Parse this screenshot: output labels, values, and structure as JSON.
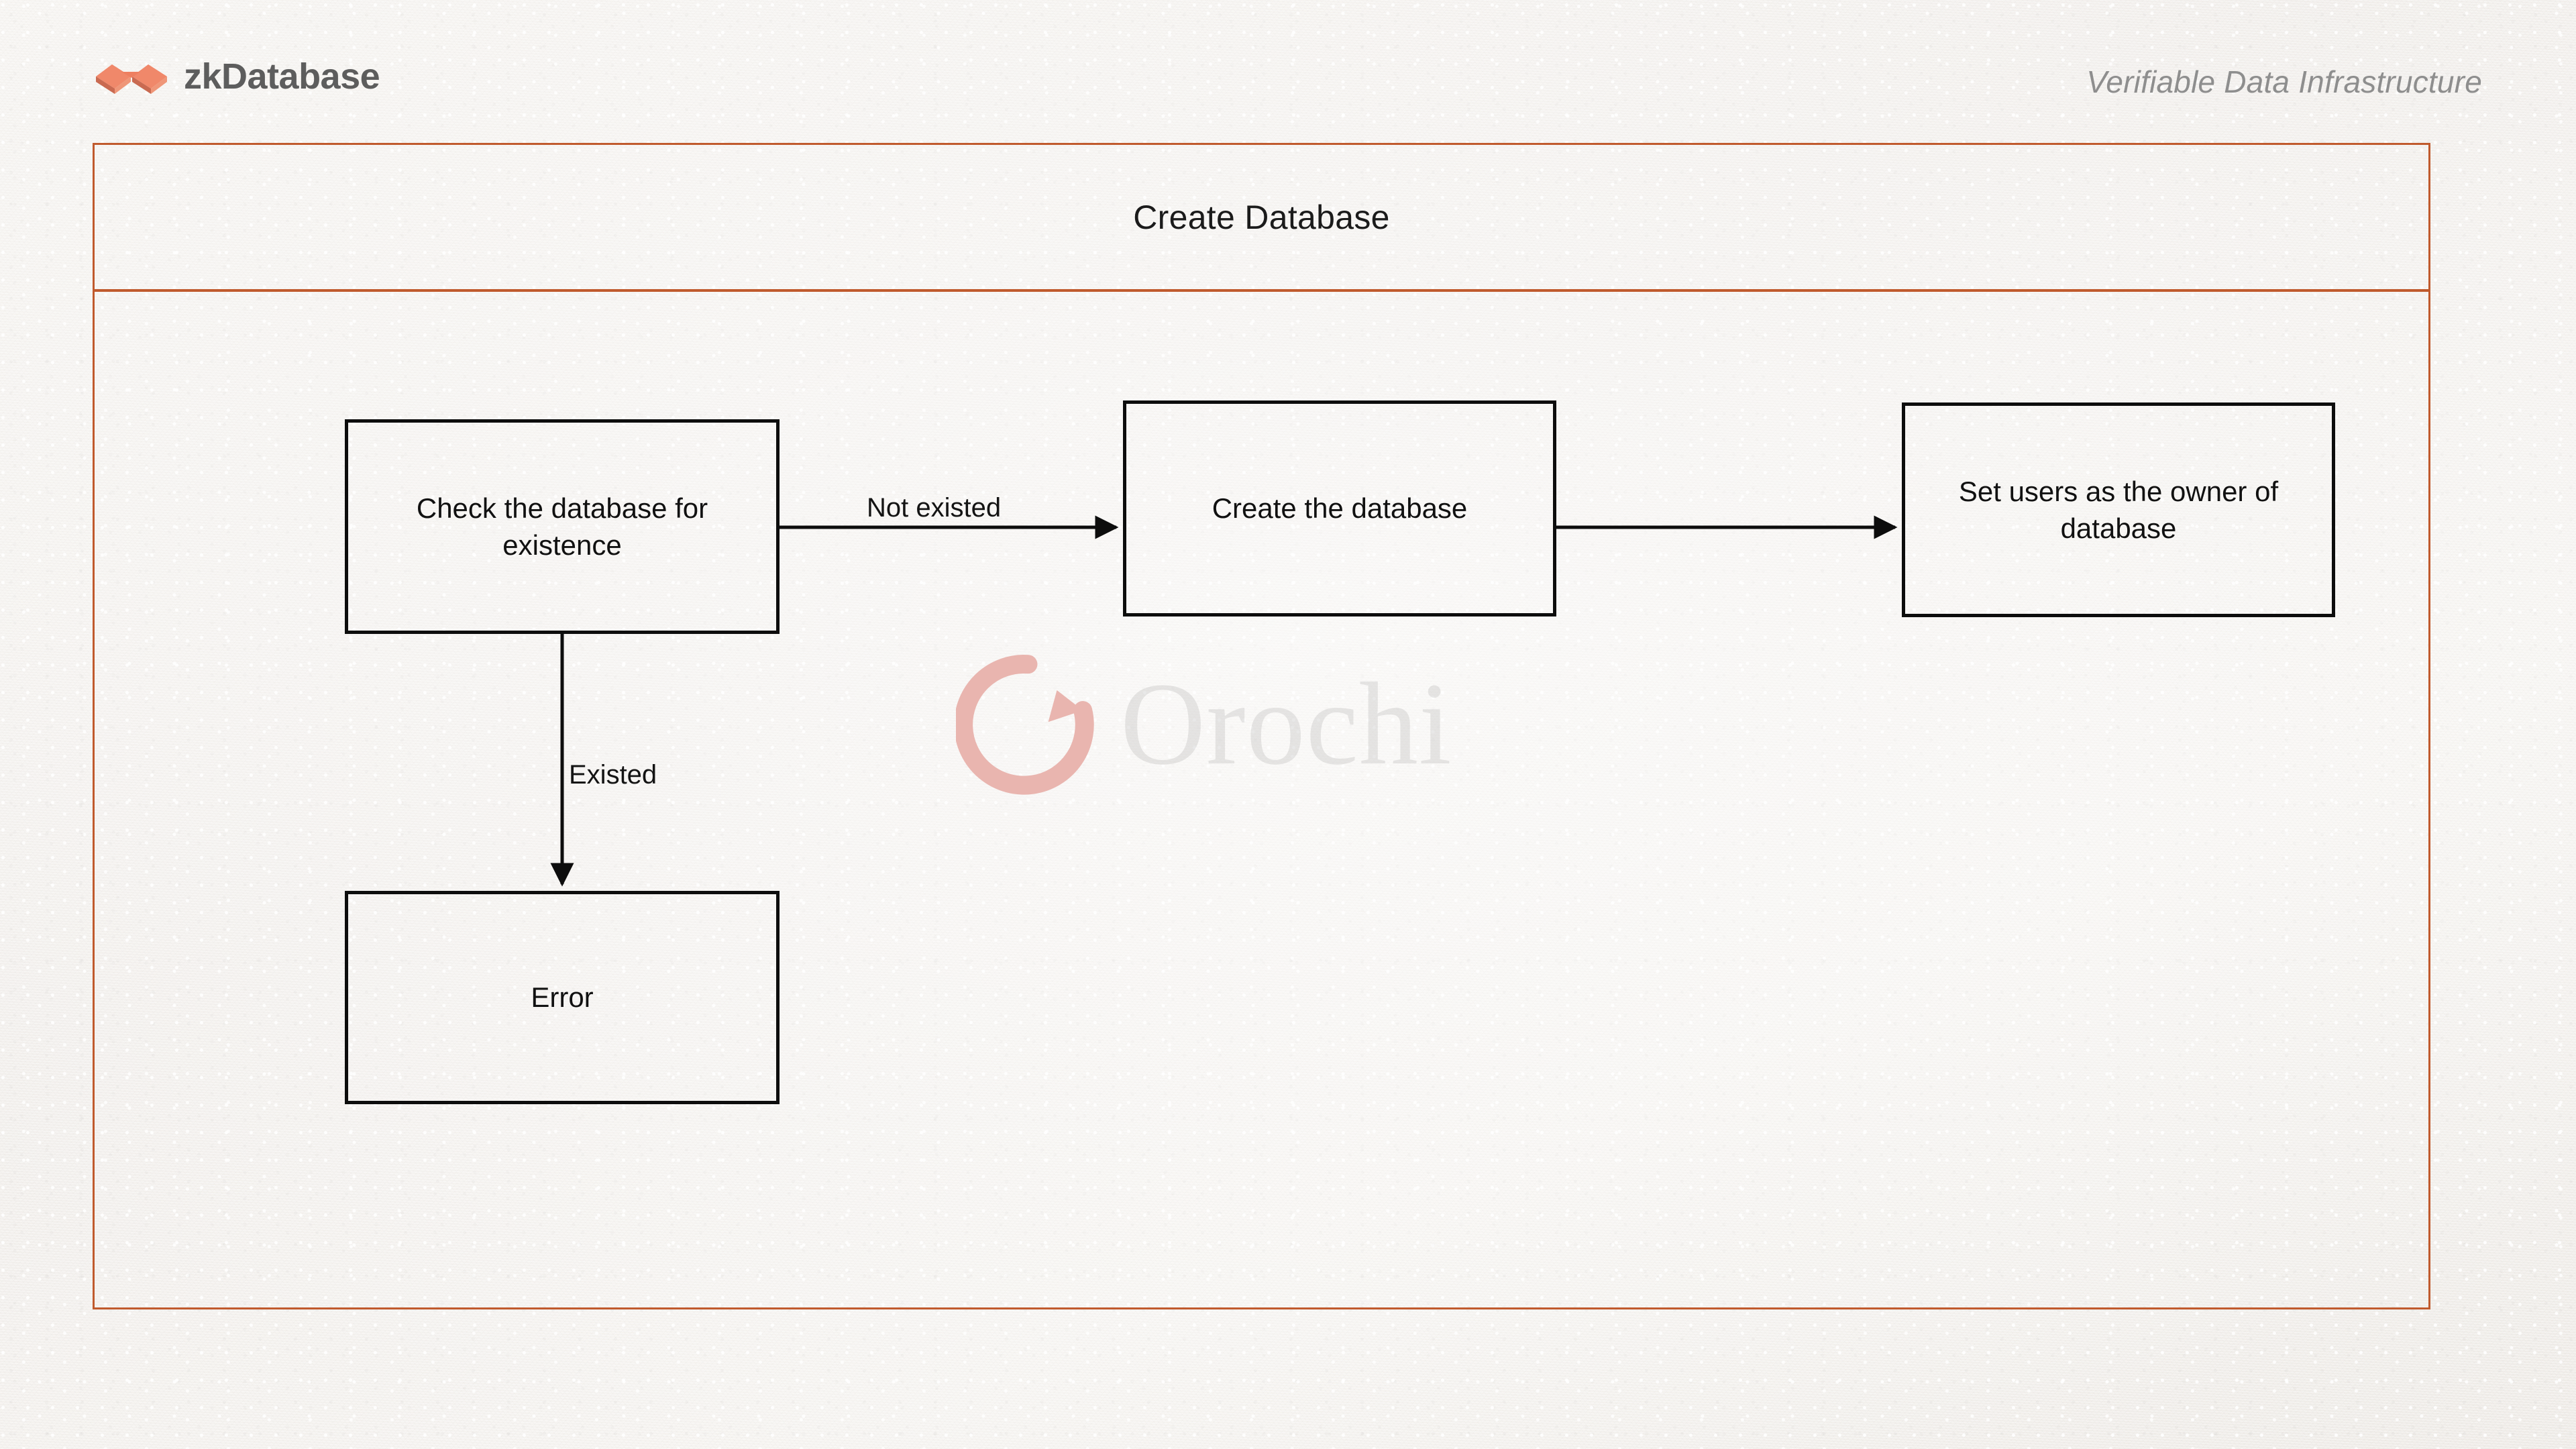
{
  "header": {
    "brand_name": "zkDatabase",
    "brand_icon": "interlocking-blocks-logo-icon",
    "tagline": "Verifiable Data Infrastructure"
  },
  "frame": {
    "title": "Create Database",
    "border_color": "#c05a2d"
  },
  "watermark": {
    "text": "Orochi",
    "icon": "orochi-serpent-circle-icon",
    "text_color": "#787878",
    "mark_color": "#e8b3ae"
  },
  "diagram": {
    "type": "flowchart",
    "nodes": [
      {
        "id": "check",
        "label": "Check the database for existence"
      },
      {
        "id": "create",
        "label": "Create the database"
      },
      {
        "id": "owner",
        "label": "Set users as the owner of database"
      },
      {
        "id": "error",
        "label": "Error"
      }
    ],
    "edges": [
      {
        "from": "check",
        "to": "create",
        "label": "Not existed",
        "direction": "right"
      },
      {
        "from": "create",
        "to": "owner",
        "label": "",
        "direction": "right"
      },
      {
        "from": "check",
        "to": "error",
        "label": "Existed",
        "direction": "down"
      }
    ]
  }
}
